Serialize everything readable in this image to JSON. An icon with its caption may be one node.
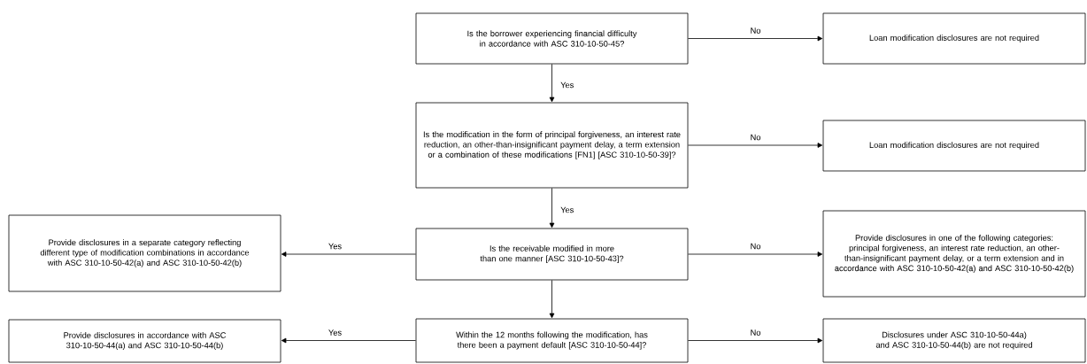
{
  "diagram": {
    "nodes": [
      {
        "text": [
          "Is the borrower experiencing financial difficulty in accordance with ASC 310-10-50-45?"
        ]
      },
      {
        "text": [
          "Loan modification disclosures are not required"
        ]
      },
      {
        "text": [
          "Is the modification in the form of principal forgiveness, an interest rate reduction, an other-than-insignificant payment delay, a term extension or a combination of these modifications [FN1] [ASC 310-10-50-39]?"
        ]
      },
      {
        "text": [
          "Loan modification disclosures are not required"
        ]
      },
      {
        "text": [
          "Provide disclosures in a separate category reflecting different type of modification combinations in accordance with ASC 310-10-50-42(a) and ASC 310-10-50-42(b)"
        ]
      },
      {
        "text": [
          "Is the receivable modified in more than one manner [ASC 310-10-50-43]?"
        ]
      },
      {
        "text": [
          "Provide disclosures in one of the following categories: principal forgiveness, an interest rate reduction, an other-than-insignificant payment delay, or a term extension and in accordance with ASC 310-10-50-42(a) and ASC 310-10-50-42(b)"
        ]
      },
      {
        "text": [
          "Provide disclosures in accordance with ASC 310-10-50-44(a) and ASC 310-10-50-44(b)"
        ]
      },
      {
        "text": [
          "Within the 12 months following the modification, has there been a payment default [ASC 310-10-50-44]?"
        ]
      },
      {
        "text": [
          "Disclosures under ASC 310-10-50-44a) and ASC 310-10-50-44(b) are not required"
        ]
      }
    ],
    "edges": [
      {
        "from": 0,
        "to": 1,
        "arrow": "to",
        "label": "No"
      },
      {
        "from": 0,
        "to": 2,
        "arrow": "to",
        "label": "Yes"
      },
      {
        "from": 2,
        "to": 3,
        "arrow": "to",
        "label": "No"
      },
      {
        "from": 2,
        "to": 5,
        "arrow": "to",
        "label": "Yes"
      },
      {
        "from": 5,
        "to": 4,
        "arrow": "to",
        "label": "Yes"
      },
      {
        "from": 5,
        "to": 6,
        "arrow": "to",
        "label": "No"
      },
      {
        "from": 5,
        "to": 8,
        "arrow": "to"
      },
      {
        "from": 8,
        "to": 7,
        "arrow": "to",
        "label": "Yes"
      },
      {
        "from": 8,
        "to": 9,
        "arrow": "to",
        "label": "No"
      }
    ]
  }
}
